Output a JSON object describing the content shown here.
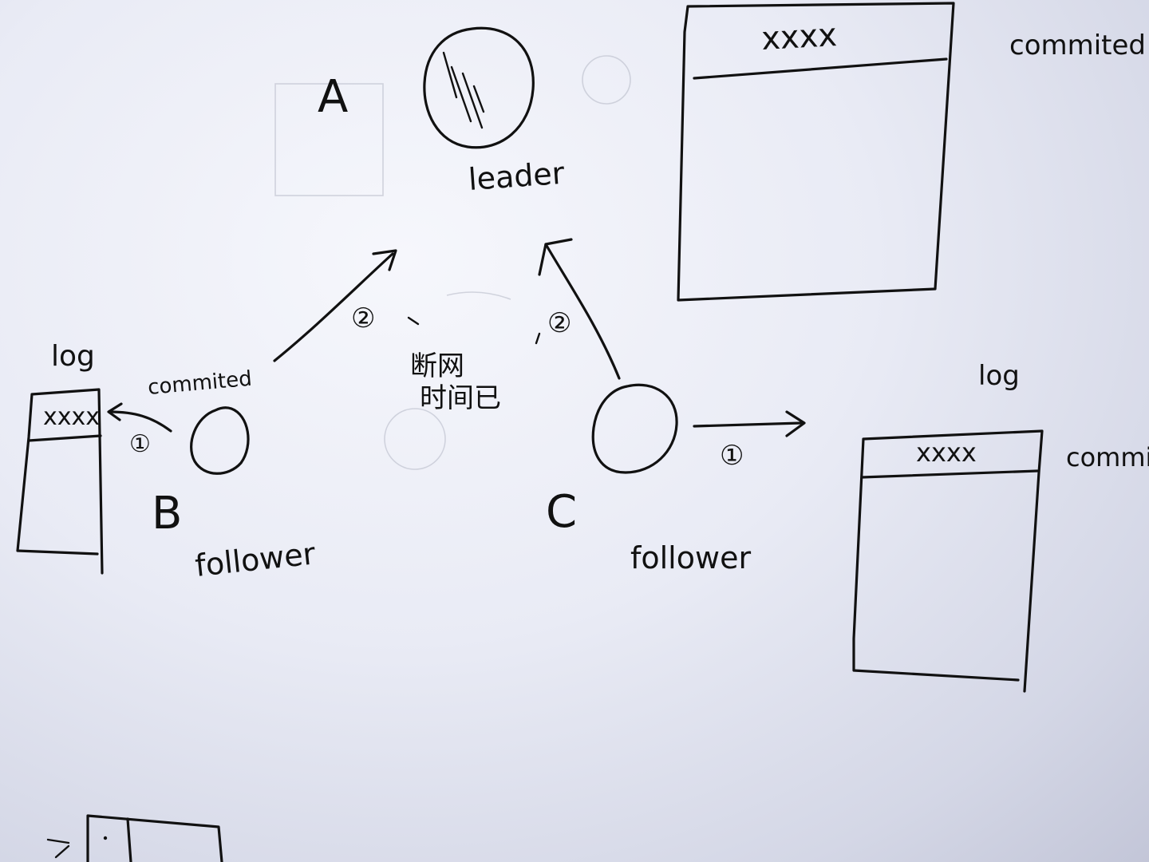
{
  "nodes": {
    "a": {
      "letter": "A",
      "role": "leader"
    },
    "b": {
      "letter": "B",
      "role": "follower"
    },
    "c": {
      "letter": "C",
      "role": "follower"
    }
  },
  "leader_log": {
    "entry": "xxxx",
    "status": "commited"
  },
  "follower_b_log": {
    "title": "log",
    "entry": "xxxx",
    "status": "commited"
  },
  "follower_c_log": {
    "title": "log",
    "entry": "xxxx",
    "status": "commit"
  },
  "steps": {
    "b_to_log": "①",
    "b_to_leader": "②",
    "c_to_leader": "②",
    "c_to_log": "①"
  },
  "annotation": "断网\n时间已"
}
